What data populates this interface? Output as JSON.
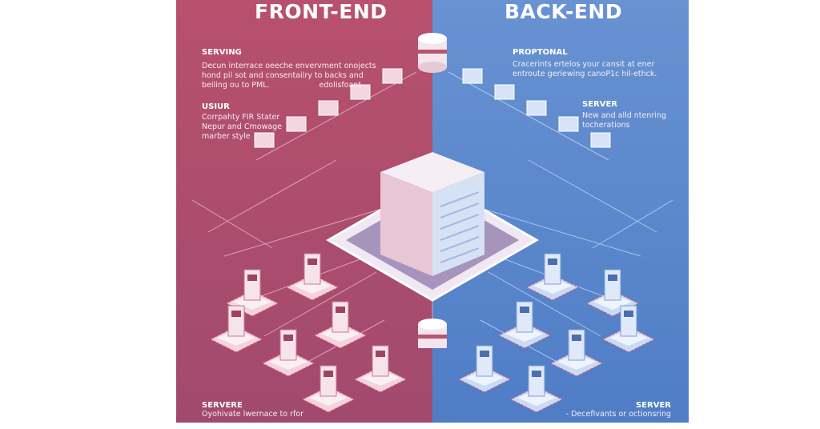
{
  "colors": {
    "front_end": "#b4506f",
    "back_end": "#5f8bd0",
    "node_light": "#f6e3ea",
    "node_blue": "#dce8f8"
  },
  "front_end": {
    "title": "FRONT-END",
    "sections": [
      {
        "heading": "SERVING",
        "lines": [
          "Decun interrace oeeche envervment onojects",
          "hond pil sot and consentailry to backs and",
          "beiling ou to PML.",
          "edolisfoant"
        ]
      },
      {
        "heading": "USIUR",
        "lines": [
          "Corrpahty FIR Stater",
          "Nepur and Cmowage",
          "marber style"
        ]
      },
      {
        "heading": "SERVERE",
        "lines": [
          "Oyohivate lwernace to rfor"
        ]
      }
    ]
  },
  "back_end": {
    "title": "BACK-END",
    "sections": [
      {
        "heading": "PROPTONAL",
        "lines": [
          "Cracerints ertelos your cansit at ener",
          "entroute geriewing canoP1c hil-ethck."
        ]
      },
      {
        "heading": "SERVER",
        "lines": [
          "New and alld ntenring",
          "tocherations"
        ]
      },
      {
        "heading": "SERVER",
        "lines": [
          "- Decefivants or octionsring"
        ]
      }
    ]
  }
}
